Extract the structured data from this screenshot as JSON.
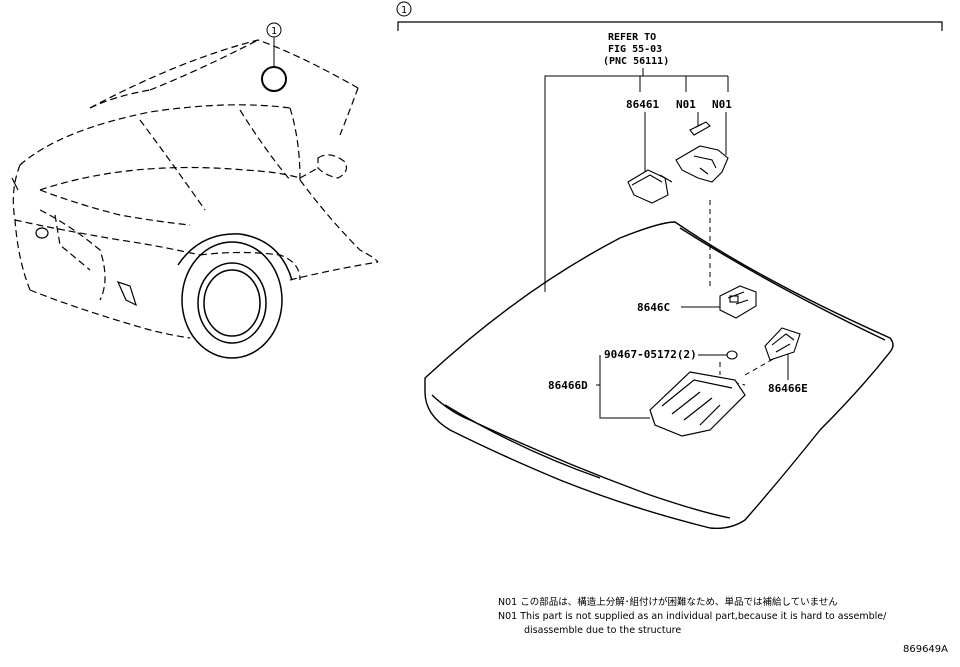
{
  "diagram": {
    "callout_number": "1",
    "refer": {
      "line1": "REFER TO",
      "line2": "FIG 55-03",
      "line3": "(PNC 56111)"
    },
    "parts": {
      "p86461": "86461",
      "n01_a": "N01",
      "n01_b": "N01",
      "p8646c": "8646C",
      "p90467": "90467-05172(2)",
      "p86466d": "86466D",
      "p86466e": "86466E"
    }
  },
  "notes": {
    "n01_japanese": "N01 この部品は、構造上分解･組付けが困難なため、単品では補給していません",
    "n01_english_line1": "N01 This part is not supplied as an individual part,because it is hard to assemble/",
    "n01_english_line2": "disassemble due to the structure"
  },
  "figure_id": "869649A"
}
